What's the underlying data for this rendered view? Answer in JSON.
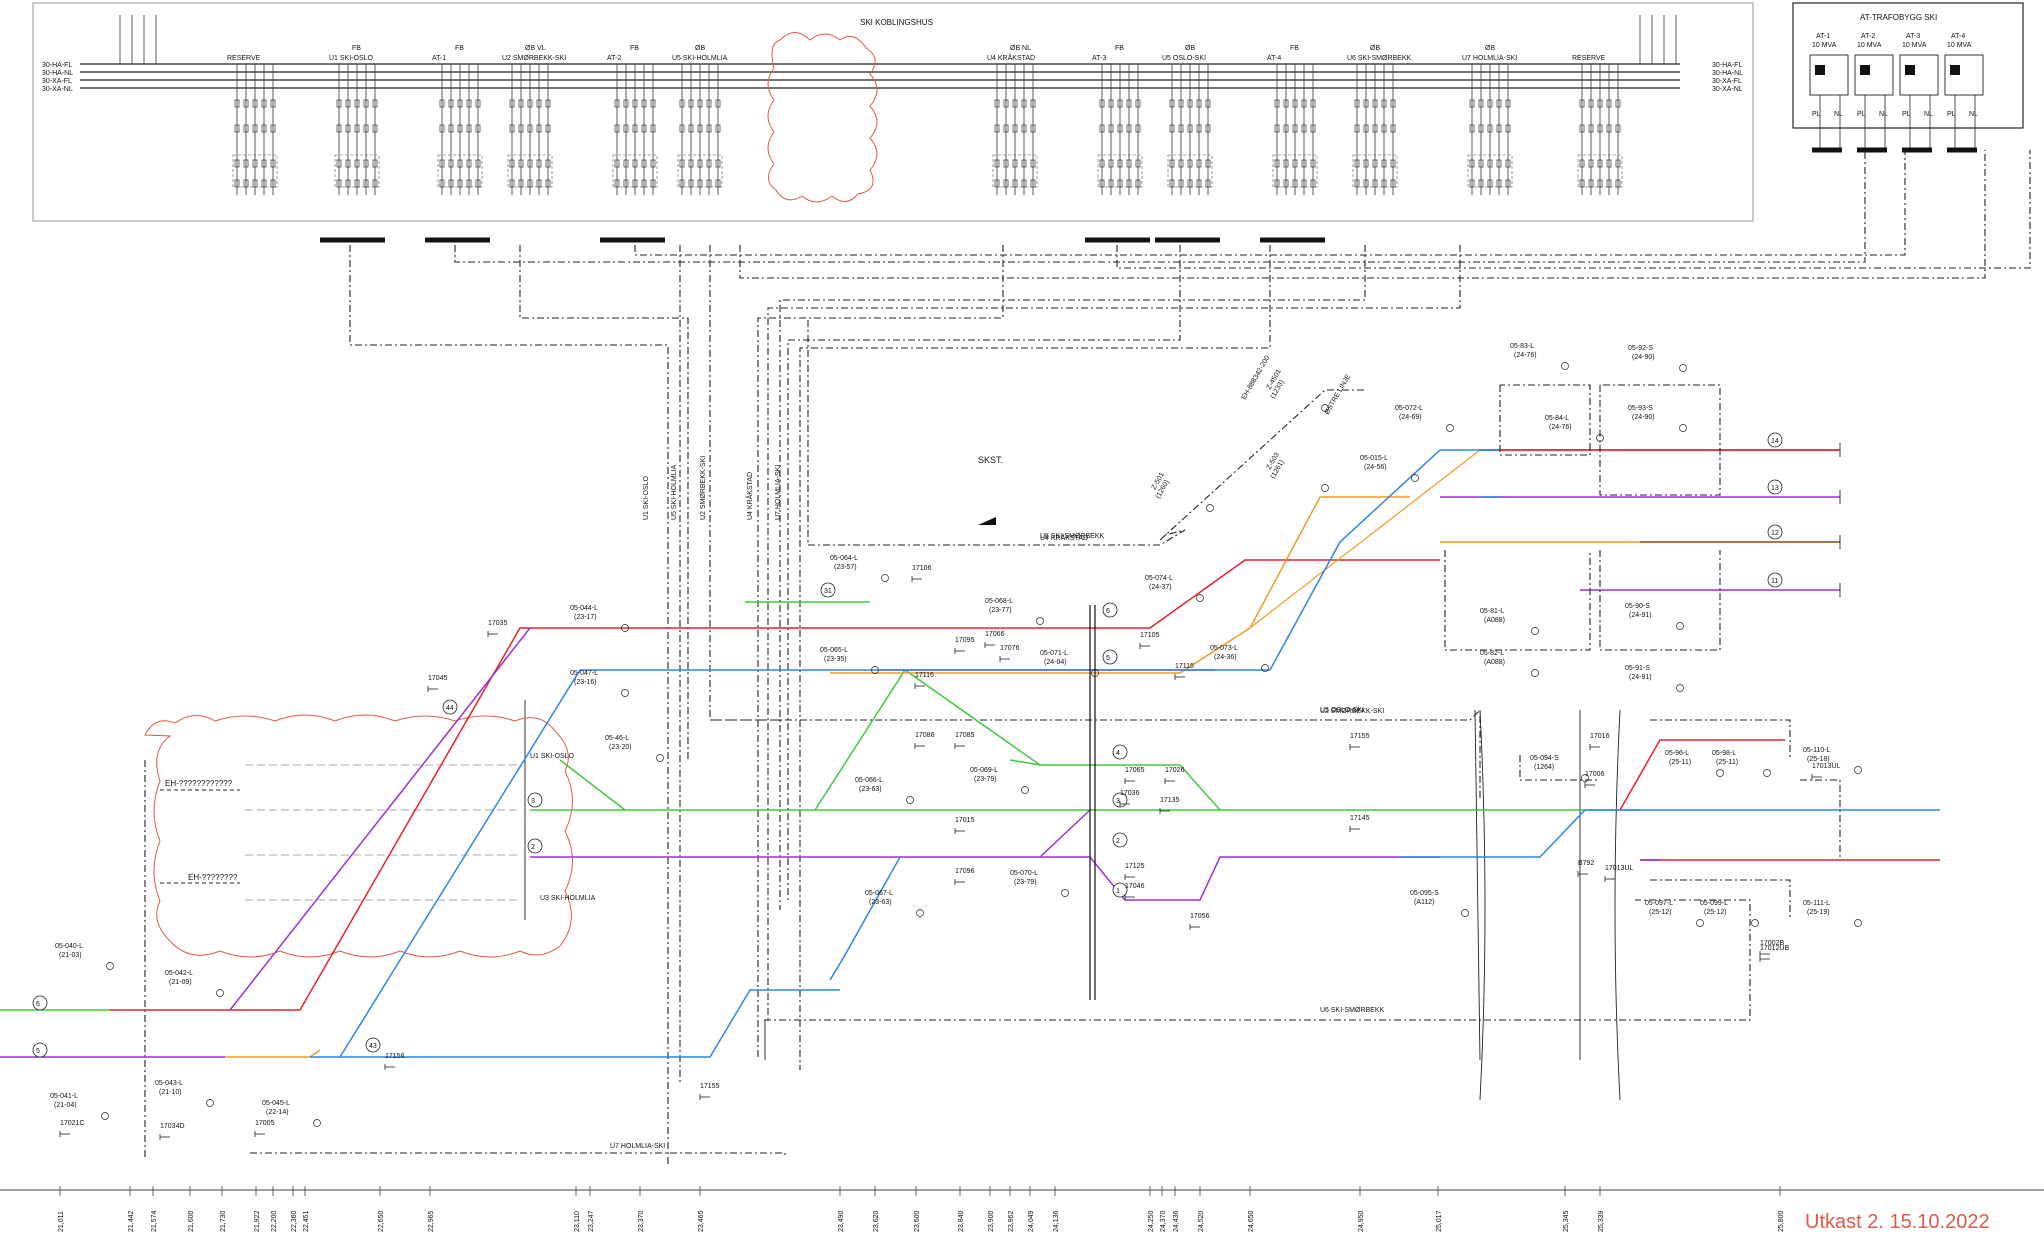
{
  "title_overall": "",
  "station_box": {
    "label": "SKI KOBLINGSHUS"
  },
  "busbars_left": [
    "30-HA-FL",
    "30-HA-NL",
    "30-XA-FL",
    "30-XA-NL"
  ],
  "busbars_right": [
    "30-HA-FL",
    "30-HA-NL",
    "30-XA-FL",
    "30-XA-NL"
  ],
  "feeders": [
    {
      "top": "",
      "bottom": "RESERVE"
    },
    {
      "top": "FB",
      "bottom": "U1 SKI-OSLO"
    },
    {
      "top": "FB",
      "bottom": "AT-1"
    },
    {
      "top": "ØB VL",
      "bottom": "U2 SMØRBEKK-SKI"
    },
    {
      "top": "FB",
      "bottom": "AT-2"
    },
    {
      "top": "ØB",
      "bottom": "U5 SKI-HOLMLIA"
    },
    {
      "top": "ØB NL",
      "bottom": "U4 KRÅKSTAD"
    },
    {
      "top": "FB",
      "bottom": "AT-3"
    },
    {
      "top": "ØB",
      "bottom": "U5 OSLO-SKI"
    },
    {
      "top": "FB",
      "bottom": "AT-4"
    },
    {
      "top": "ØB",
      "bottom": "U6 SKI-SMØRBEKK"
    },
    {
      "top": "ØB",
      "bottom": "U7 HOLMLIA-SKI"
    },
    {
      "top": "",
      "bottom": "RESERVE"
    }
  ],
  "at_box": {
    "title": "AT-TRAFOBYGG SKI",
    "units": [
      {
        "name": "AT-1",
        "rating": "10 MVA",
        "pl": "PL",
        "nl": "NL"
      },
      {
        "name": "AT-2",
        "rating": "10 MVA",
        "pl": "PL",
        "nl": "NL"
      },
      {
        "name": "AT-3",
        "rating": "10 MVA",
        "pl": "PL",
        "nl": "NL"
      },
      {
        "name": "AT-4",
        "rating": "10 MVA",
        "pl": "PL",
        "nl": "NL"
      }
    ]
  },
  "route_labels": [
    "U1 SKI-OSLO",
    "U5 SKI-HOLMLIA",
    "U2 SMØRBEKK-SKI",
    "U4 KRÅKSTAD",
    "U7 HOLMLIA-SKI",
    "U6 SKI-SMØRBEKK",
    "U5 OSLO-SKI",
    "U3 SKI-HOLMLIA",
    "U1 SKI-OSLO",
    "U7 HOLMLIA-SKI",
    "U2 SMØRBEKK-SKI",
    "U6 SKI-SMØRBEKK",
    "U4 KRÅKSTAD"
  ],
  "area_labels": {
    "skst": "SKST.",
    "eh_upper": "EH-????????????",
    "eh_lower": "EH-????????",
    "kraakstad_ext": "EH-888342-200",
    "ostre": "ØSTRE LINJE"
  },
  "track_numbers": [
    "14",
    "13",
    "12",
    "11",
    "6",
    "5",
    "4",
    "3",
    "2",
    "1",
    "3",
    "2",
    "6",
    "5",
    "44",
    "43",
    "31"
  ],
  "switches": [
    {
      "id": "05-044-L",
      "ref": "(23-17)"
    },
    {
      "id": "05-047-L",
      "ref": "(23-16)"
    },
    {
      "id": "05-46-L",
      "ref": "(23-20)"
    },
    {
      "id": "05-064-L",
      "ref": "(23-57)"
    },
    {
      "id": "05-065-L",
      "ref": "(23-35)"
    },
    {
      "id": "05-068-L",
      "ref": "(23-77)"
    },
    {
      "id": "05-071-L",
      "ref": "(24-04)"
    },
    {
      "id": "05-074-L",
      "ref": "(24-37)"
    },
    {
      "id": "05-073-L",
      "ref": "(24-36)"
    },
    {
      "id": "05-066-L",
      "ref": "(23-63)"
    },
    {
      "id": "05-069-L",
      "ref": "(23-79)"
    },
    {
      "id": "05-067-L",
      "ref": "(23-63)"
    },
    {
      "id": "05-070-L",
      "ref": "(23-79)"
    },
    {
      "id": "05-072-L",
      "ref": "(24-69)"
    },
    {
      "id": "05-015-L",
      "ref": "(24-56)"
    },
    {
      "id": "05-83-L",
      "ref": "(24-76)"
    },
    {
      "id": "05-84-L",
      "ref": "(24-76)"
    },
    {
      "id": "05-92-S",
      "ref": "(24-90)"
    },
    {
      "id": "05-93-S",
      "ref": "(24-90)"
    },
    {
      "id": "05-81-L",
      "ref": "(A088)"
    },
    {
      "id": "05-82-L",
      "ref": "(A088)"
    },
    {
      "id": "05-90-S",
      "ref": "(24-91)"
    },
    {
      "id": "05-91-S",
      "ref": "(24-91)"
    },
    {
      "id": "05-094-S",
      "ref": "(1264)"
    },
    {
      "id": "05-095-S",
      "ref": "(A112)"
    },
    {
      "id": "05-96-L",
      "ref": "(25-11)"
    },
    {
      "id": "05-98-L",
      "ref": "(25-11)"
    },
    {
      "id": "05-097-L",
      "ref": "(25-12)"
    },
    {
      "id": "05-099-L",
      "ref": "(25-12)"
    },
    {
      "id": "05-110-L",
      "ref": "(25-18)"
    },
    {
      "id": "05-111-L",
      "ref": "(25-19)"
    },
    {
      "id": "05-040-L",
      "ref": "(21-03)"
    },
    {
      "id": "05-042-L",
      "ref": "(21-09)"
    },
    {
      "id": "05-041-L",
      "ref": "(21-04)"
    },
    {
      "id": "05-043-L",
      "ref": "(21-10)"
    },
    {
      "id": "05-045-L",
      "ref": "(22-14)"
    },
    {
      "id": "Z-501",
      "ref": "(1260)"
    },
    {
      "id": "Z-503",
      "ref": "(1261)"
    },
    {
      "id": "Z-4501",
      "ref": "(1233)"
    }
  ],
  "signals": [
    "17045",
    "17035",
    "17005",
    "17034D",
    "17021C",
    "17155",
    "17156",
    "17106",
    "17116",
    "17066",
    "17095",
    "17076",
    "17086",
    "17085",
    "17015",
    "17096",
    "17065",
    "17026",
    "17036",
    "17135",
    "17125",
    "17046",
    "17056",
    "17115",
    "17105",
    "17145",
    "17155",
    "17016",
    "17006",
    "B792",
    "17013UL",
    "17013UL",
    "17002B",
    "17012UB"
  ],
  "ruler": [
    "21,011",
    "21,442",
    "21,574",
    "21,600",
    "21,730",
    "21,922",
    "22,200",
    "22,360",
    "22,451",
    "22,650",
    "22,965",
    "23,110",
    "23,247",
    "23,370",
    "23,465",
    "23,490",
    "23,620",
    "23,600",
    "23,840",
    "23,900",
    "23,962",
    "24,049",
    "24,136",
    "24,250",
    "24,370",
    "24,436",
    "24,520",
    "24,650",
    "24,950",
    "25,017",
    "25,345",
    "25,339",
    "25,800"
  ],
  "stamp": "Utkast 2. 15.10.2022",
  "colors": {
    "red": "#e8202a",
    "green": "#42c83f",
    "blue": "#2b86e6",
    "purple": "#9b30d9",
    "orange": "#f29a25",
    "brown": "#8a5a2b"
  }
}
